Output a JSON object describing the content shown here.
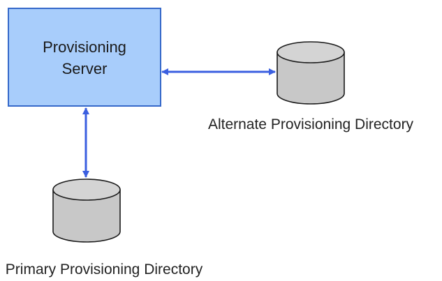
{
  "nodes": {
    "server": {
      "line1": "Provisioning",
      "line2": "Server"
    },
    "alternate_directory": {
      "label": "Alternate Provisioning Directory"
    },
    "primary_directory": {
      "label": "Primary Provisioning Directory"
    }
  },
  "colors": {
    "server_fill": "#a8cdfb",
    "server_stroke": "#3568c9",
    "arrow": "#3b5fe0",
    "cylinder_fill": "#c8c8c8",
    "cylinder_stroke": "#1a1a1a"
  },
  "edges": [
    {
      "from": "server",
      "to": "alternate_directory",
      "direction": "bidirectional"
    },
    {
      "from": "server",
      "to": "primary_directory",
      "direction": "bidirectional"
    }
  ]
}
